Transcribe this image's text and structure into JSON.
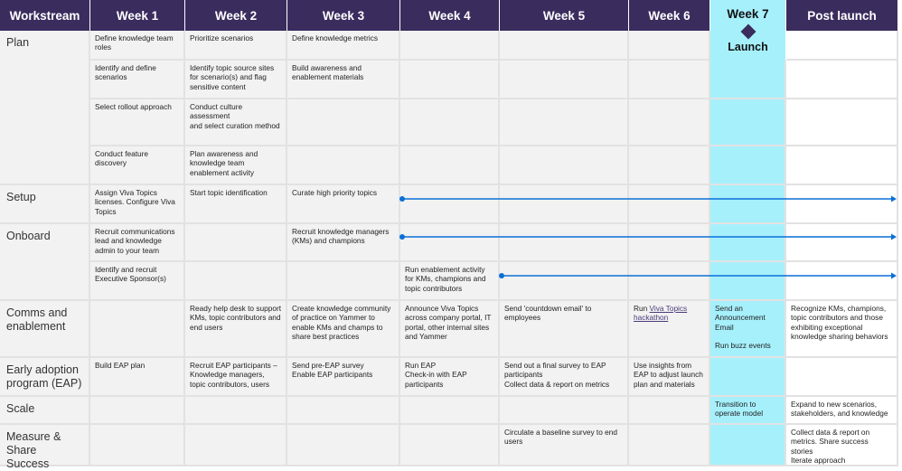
{
  "headers": [
    "Workstream",
    "Week 1",
    "Week 2",
    "Week 3",
    "Week 4",
    "Week 5",
    "Week 6",
    "Week 7",
    "Post launch"
  ],
  "launch_label": "Launch",
  "colors": {
    "header_bg": "#3b2c5e",
    "launch_column": "#a6f0fc",
    "cell_bg": "#f2f2f2",
    "arrow": "#0a6fd6"
  },
  "workstreams": [
    {
      "label": "Plan",
      "rows": [
        [
          "Define knowledge team roles",
          "Prioritize scenarios",
          "Define knowledge metrics",
          "",
          "",
          "",
          "",
          ""
        ],
        [
          "Identify and define scenarios",
          "Identify topic source sites for scenario(s) and flag sensitive content",
          "Build awareness and enablement materials",
          "",
          "",
          "",
          "",
          ""
        ],
        [
          "Select rollout approach",
          "Conduct culture assessment\nand select curation method",
          "",
          "",
          "",
          "",
          "",
          ""
        ],
        [
          "Conduct feature discovery",
          "Plan awareness and knowledge team enablement activity",
          "",
          "",
          "",
          "",
          "",
          ""
        ]
      ]
    },
    {
      "label": "Setup",
      "rows": [
        [
          "Assign Viva Topics licenses. Configure Viva Topics",
          "Start topic identification",
          "Curate high priority topics",
          "",
          "",
          "",
          "",
          ""
        ]
      ]
    },
    {
      "label": "Onboard",
      "rows": [
        [
          "Recruit communications lead and knowledge admin to your team",
          "",
          "Recruit knowledge managers (KMs) and champions",
          "",
          "",
          "",
          "",
          ""
        ],
        [
          "Identify and recruit Executive Sponsor(s)",
          "",
          "",
          "Run enablement activity for KMs, champions and topic contributors",
          "",
          "",
          "",
          ""
        ]
      ]
    },
    {
      "label": "Comms and enablement",
      "rows": [
        [
          "",
          "Ready help desk to support KMs, topic contributors and end users",
          "Create knowledge community of practice on Yammer to enable KMs and champs to share best practices",
          "Announce Viva Topics across company portal, IT portal, other internal sites and Yammer",
          "Send 'countdown email' to employees",
          {
            "prefix": "Run ",
            "link": "Viva Topics hackathon"
          },
          "Send an Announcement Email\n\nRun buzz events",
          "Recognize KMs, champions, topic contributors and those exhibiting exceptional knowledge sharing behaviors"
        ]
      ]
    },
    {
      "label": "Early adoption program (EAP)",
      "rows": [
        [
          "Build EAP plan",
          "Recruit EAP participants – Knowledge managers, topic contributors, users",
          "Send pre-EAP survey\nEnable EAP participants",
          "Run EAP\nCheck-in with EAP participants",
          "Send out a final survey to EAP participants\nCollect data & report on metrics",
          "Use insights from EAP to adjust launch plan and materials",
          "",
          ""
        ]
      ]
    },
    {
      "label": "Scale",
      "rows": [
        [
          "",
          "",
          "",
          "",
          "",
          "",
          "Transition to operate model",
          "Expand to new scenarios, stakeholders, and knowledge"
        ]
      ]
    },
    {
      "label": "Measure & Share Success",
      "rows": [
        [
          "",
          "",
          "",
          "",
          "Circulate a baseline survey to end users",
          "",
          "",
          "Collect  data & report on metrics. Share success stories\nIterate approach"
        ]
      ]
    }
  ],
  "timeline_arrows": [
    {
      "workstream": "Setup",
      "start_column": "Week 4",
      "end_column": "Post launch"
    },
    {
      "workstream": "Onboard",
      "row": 1,
      "start_column": "Week 4",
      "end_column": "Post launch"
    },
    {
      "workstream": "Onboard",
      "row": 2,
      "start_column": "Week 5",
      "end_column": "Post launch"
    }
  ]
}
